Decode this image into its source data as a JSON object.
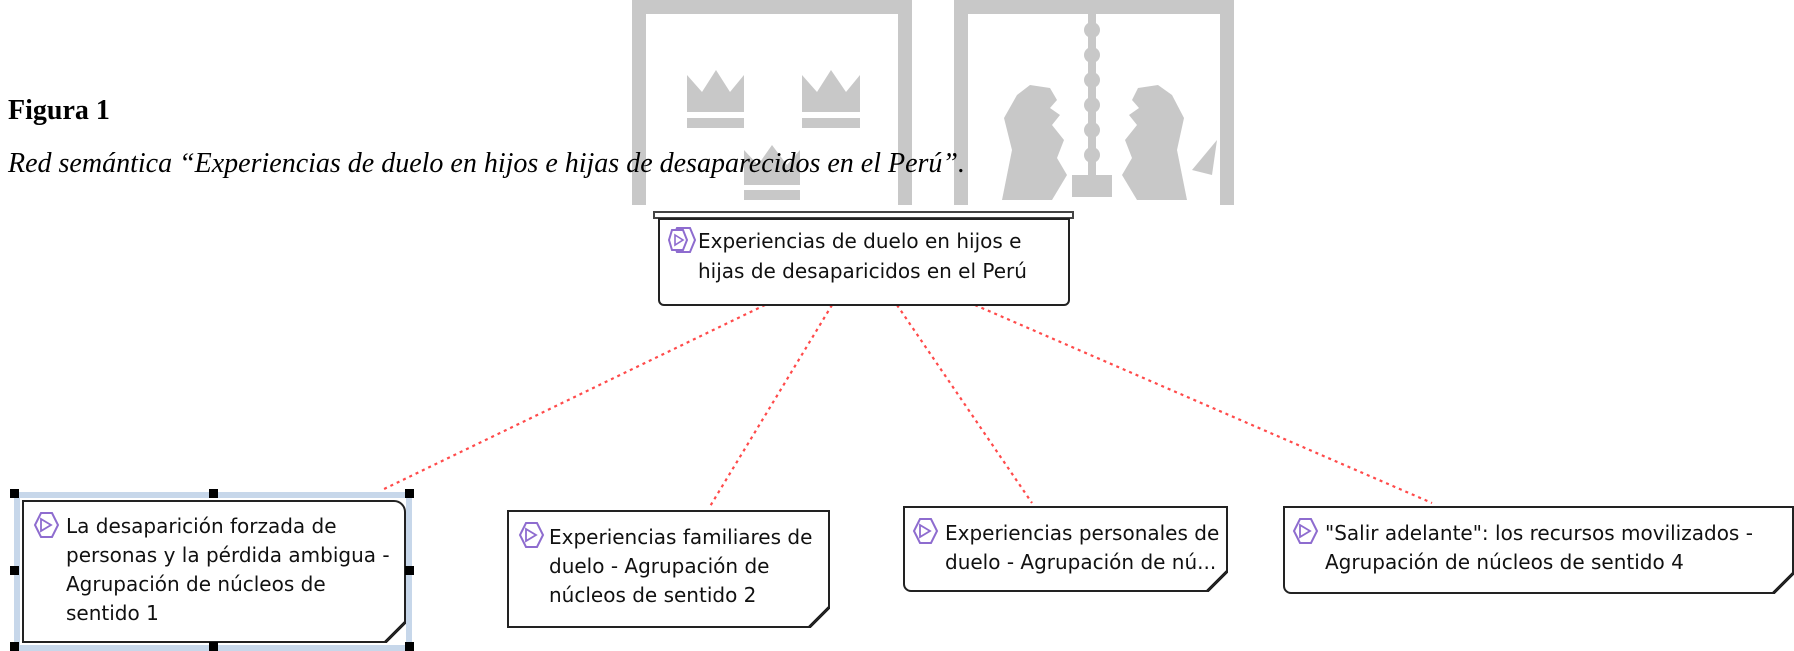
{
  "figure": {
    "label": "Figura 1",
    "caption": "Red semántica “Experiencias de duelo en hijos e hijas de desaparecidos en el Perú”."
  },
  "network": {
    "root": {
      "line1": "Experiencias de duelo en hijos e",
      "line2": "hijas de desaparicidos en el Perú",
      "icon": "atlas-network-icon"
    },
    "nodes": [
      {
        "lines": [
          "La desaparición forzada de",
          "personas y la pérdida ambigua -",
          "Agrupación de núcleos de",
          "sentido 1"
        ],
        "icon": "atlas-network-icon",
        "selected": true
      },
      {
        "lines": [
          "Experiencias familiares  de",
          "duelo - Agrupación de",
          "núcleos de sentido 2"
        ],
        "icon": "atlas-network-icon",
        "selected": false
      },
      {
        "lines": [
          "Experiencias personales  de",
          "duelo - Agrupación de nú..."
        ],
        "icon": "atlas-network-icon",
        "selected": false
      },
      {
        "lines": [
          "\"Salir adelante\": los recursos movilizados -",
          "Agrupación de núcleos de sentido 4"
        ],
        "icon": "atlas-network-icon",
        "selected": false
      }
    ],
    "link_color": "#ff4a4a",
    "link_style": "dotted"
  },
  "colors": {
    "watermark": "#c8c8c8",
    "icon": "#8e6ccf",
    "selection": "#c7d7ea"
  }
}
